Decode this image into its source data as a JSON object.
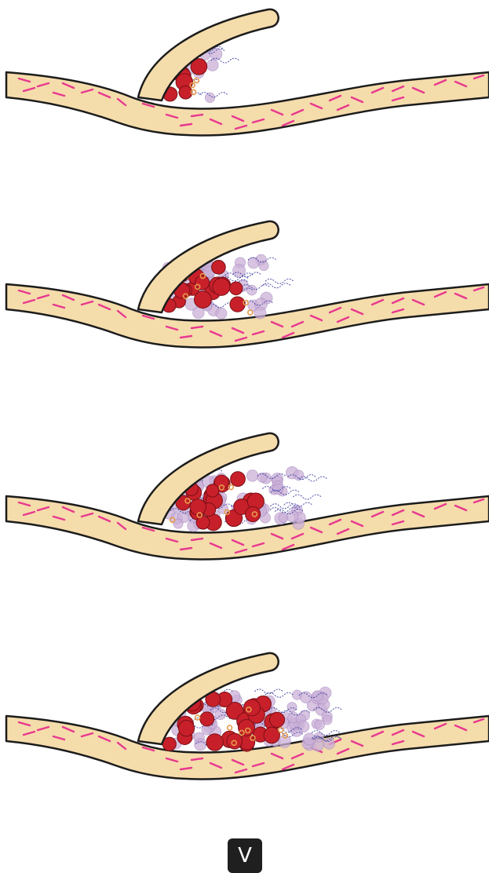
{
  "figure": {
    "label": "V",
    "colors": {
      "vessel_fill": "#f5dcab",
      "vessel_stroke": "#1c1c1c",
      "fiber": "#e8388f",
      "rbc": "#c8202a",
      "rbc_faded": "#cbb1d8",
      "platelet": "#e69a4a",
      "fibrin": "#3b3fa0"
    },
    "panels": [
      {
        "stage": 1,
        "clot_extent": 0.0
      },
      {
        "stage": 2,
        "clot_extent": 0.45
      },
      {
        "stage": 3,
        "clot_extent": 0.75
      },
      {
        "stage": 4,
        "clot_extent": 1.0
      }
    ]
  }
}
